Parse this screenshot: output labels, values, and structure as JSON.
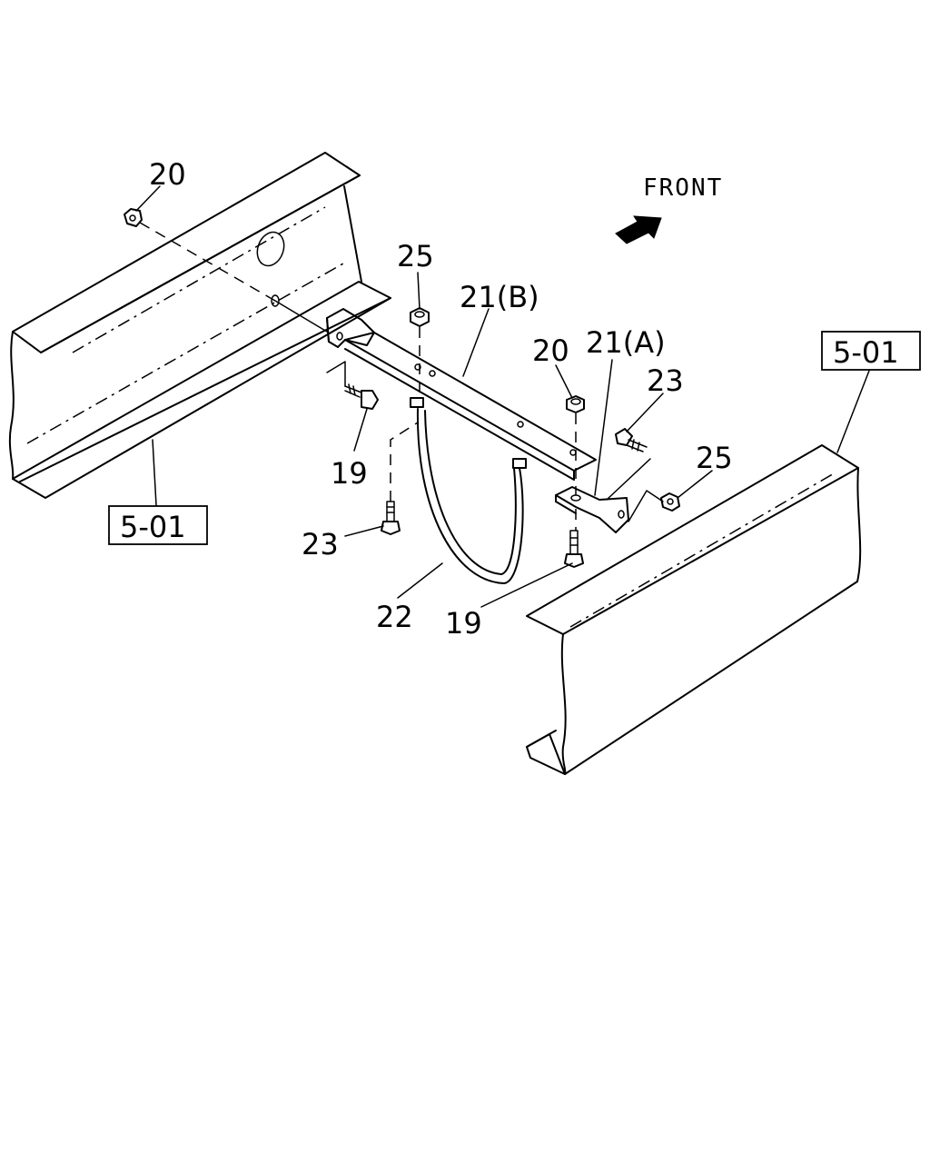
{
  "direction": {
    "text": "FRONT",
    "icon": "front-arrow-icon"
  },
  "references": [
    {
      "id": "ref-left",
      "text": "5-01"
    },
    {
      "id": "ref-right",
      "text": "5-01"
    }
  ],
  "callouts": [
    {
      "id": "c20a",
      "text": "20"
    },
    {
      "id": "c25a",
      "text": "25"
    },
    {
      "id": "c21b",
      "text": "21(B)"
    },
    {
      "id": "c20b",
      "text": "20"
    },
    {
      "id": "c21a",
      "text": "21(A)"
    },
    {
      "id": "c23a",
      "text": "23"
    },
    {
      "id": "c25b",
      "text": "25"
    },
    {
      "id": "c19a",
      "text": "19"
    },
    {
      "id": "c23b",
      "text": "23"
    },
    {
      "id": "c22",
      "text": "22"
    },
    {
      "id": "c19b",
      "text": "19"
    }
  ]
}
